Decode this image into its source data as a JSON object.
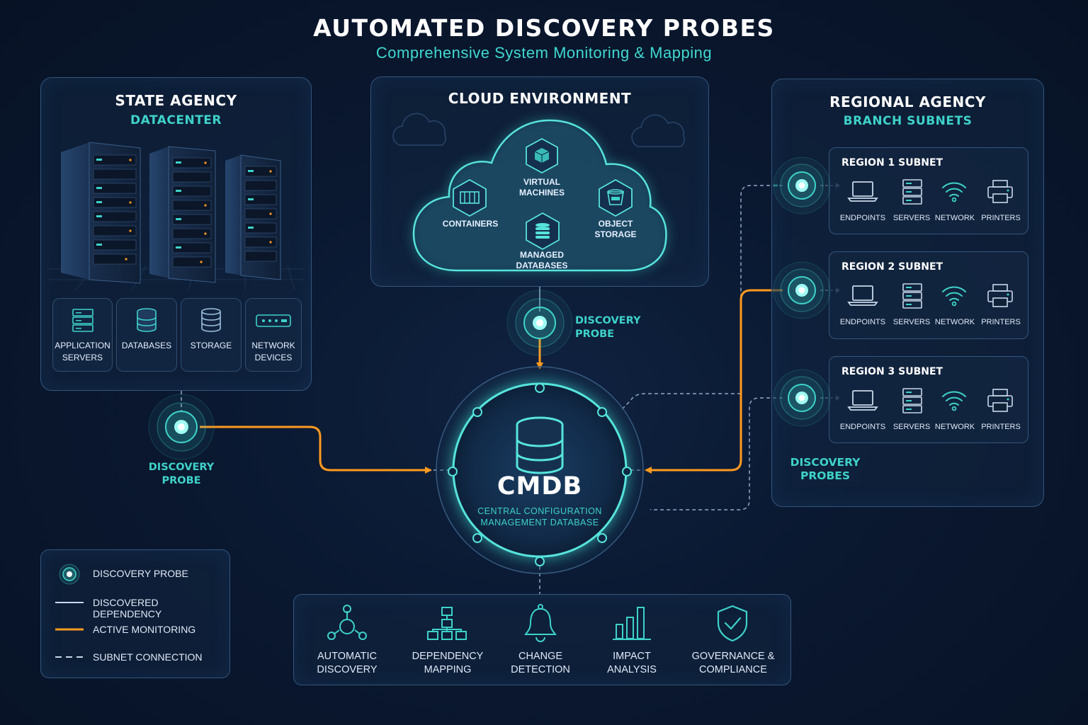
{
  "header": {
    "title": "AUTOMATED DISCOVERY PROBES",
    "subtitle": "Comprehensive System Monitoring & Mapping"
  },
  "state_agency": {
    "title": "STATE AGENCY",
    "subtitle": "DATACENTER",
    "tiles": [
      {
        "label_1": "APPLICATION",
        "label_2": "SERVERS",
        "icon": "server-icon"
      },
      {
        "label_1": "DATABASES",
        "label_2": "",
        "icon": "database-icon"
      },
      {
        "label_1": "STORAGE",
        "label_2": "",
        "icon": "storage-icon"
      },
      {
        "label_1": "NETWORK",
        "label_2": "DEVICES",
        "icon": "network-device-icon"
      }
    ],
    "probe_label_1": "DISCOVERY",
    "probe_label_2": "PROBE"
  },
  "cloud": {
    "title": "CLOUD ENVIRONMENT",
    "services": [
      {
        "label_1": "VIRTUAL",
        "label_2": "MACHINES",
        "icon": "cube-icon"
      },
      {
        "label_1": "CONTAINERS",
        "label_2": "",
        "icon": "container-icon"
      },
      {
        "label_1": "OBJECT",
        "label_2": "STORAGE",
        "icon": "bucket-icon"
      },
      {
        "label_1": "MANAGED",
        "label_2": "DATABASES",
        "icon": "database-icon"
      }
    ],
    "probe_label_1": "DISCOVERY",
    "probe_label_2": "PROBE"
  },
  "regional_agency": {
    "title": "REGIONAL AGENCY",
    "subtitle": "BRANCH SUBNETS",
    "regions": [
      {
        "title": "REGION 1 SUBNET"
      },
      {
        "title": "REGION 2 SUBNET"
      },
      {
        "title": "REGION 3 SUBNET"
      }
    ],
    "devices": [
      {
        "label": "ENDPOINTS",
        "icon": "laptop-icon"
      },
      {
        "label": "SERVERS",
        "icon": "server-icon"
      },
      {
        "label": "NETWORK",
        "icon": "wifi-icon"
      },
      {
        "label": "PRINTERS",
        "icon": "printer-icon"
      }
    ],
    "probe_label_1": "DISCOVERY",
    "probe_label_2": "PROBES"
  },
  "cmdb": {
    "title": "CMDB",
    "subtitle_1": "CENTRAL CONFIGURATION",
    "subtitle_2": "MANAGEMENT DATABASE"
  },
  "legend": {
    "items": [
      {
        "label": "DISCOVERY PROBE",
        "symbol": "probe-dot"
      },
      {
        "label": "DISCOVERED DEPENDENCY",
        "symbol": "solid-line"
      },
      {
        "label": "ACTIVE MONITORING",
        "symbol": "orange-line"
      },
      {
        "label": "SUBNET CONNECTION",
        "symbol": "dashed-line"
      }
    ]
  },
  "capabilities": [
    {
      "label_1": "AUTOMATIC",
      "label_2": "DISCOVERY",
      "icon": "network-nodes-icon"
    },
    {
      "label_1": "DEPENDENCY",
      "label_2": "MAPPING",
      "icon": "hierarchy-icon"
    },
    {
      "label_1": "CHANGE",
      "label_2": "DETECTION",
      "icon": "bell-icon"
    },
    {
      "label_1": "IMPACT",
      "label_2": "ANALYSIS",
      "icon": "bar-chart-icon"
    },
    {
      "label_1": "GOVERNANCE &",
      "label_2": "COMPLIANCE",
      "icon": "shield-check-icon"
    }
  ],
  "colors": {
    "accent_teal": "#3ed2c9",
    "monitoring_orange": "#ff9a1f",
    "panel_border": "#35557a",
    "background": "#0a1830"
  }
}
